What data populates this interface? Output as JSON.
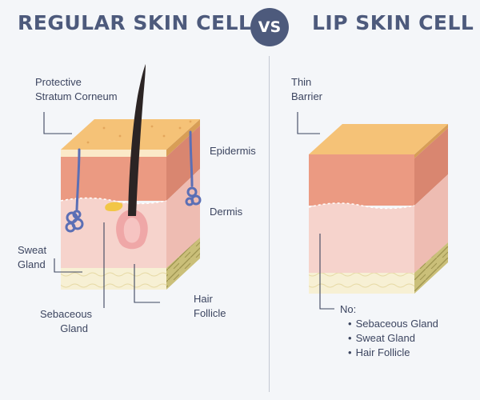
{
  "header": {
    "left_title": "REGULAR SKIN CELL",
    "vs_label": "VS",
    "right_title": "LIP SKIN CELL"
  },
  "regular_cell": {
    "protective_line1": "Protective",
    "protective_line2": "Stratum Corneum",
    "epidermis": "Epidermis",
    "dermis": "Dermis",
    "sweat_line1": "Sweat",
    "sweat_line2": "Gland",
    "sebaceous_line1": "Sebaceous",
    "sebaceous_line2": "Gland",
    "hair_line1": "Hair",
    "hair_line2": "Follicle"
  },
  "lip_cell": {
    "thin_line1": "Thin",
    "thin_line2": "Barrier",
    "no_label": "No:",
    "absent_items": [
      "Sebaceous Gland",
      "Sweat Gland",
      "Hair Follicle"
    ]
  },
  "colors": {
    "title": "#4d5a7c",
    "stratum_top": "#f5c277",
    "stratum_side": "#e8a95c",
    "epidermis": "#eb9a82",
    "dermis": "#f6d3cc",
    "fat": "#f7f0d4",
    "fat_side": "#cabf79",
    "gland": "#5b6fb5",
    "hair": "#2b2424",
    "follicle": "#efa7a7",
    "sebaceous": "#f2c646"
  }
}
